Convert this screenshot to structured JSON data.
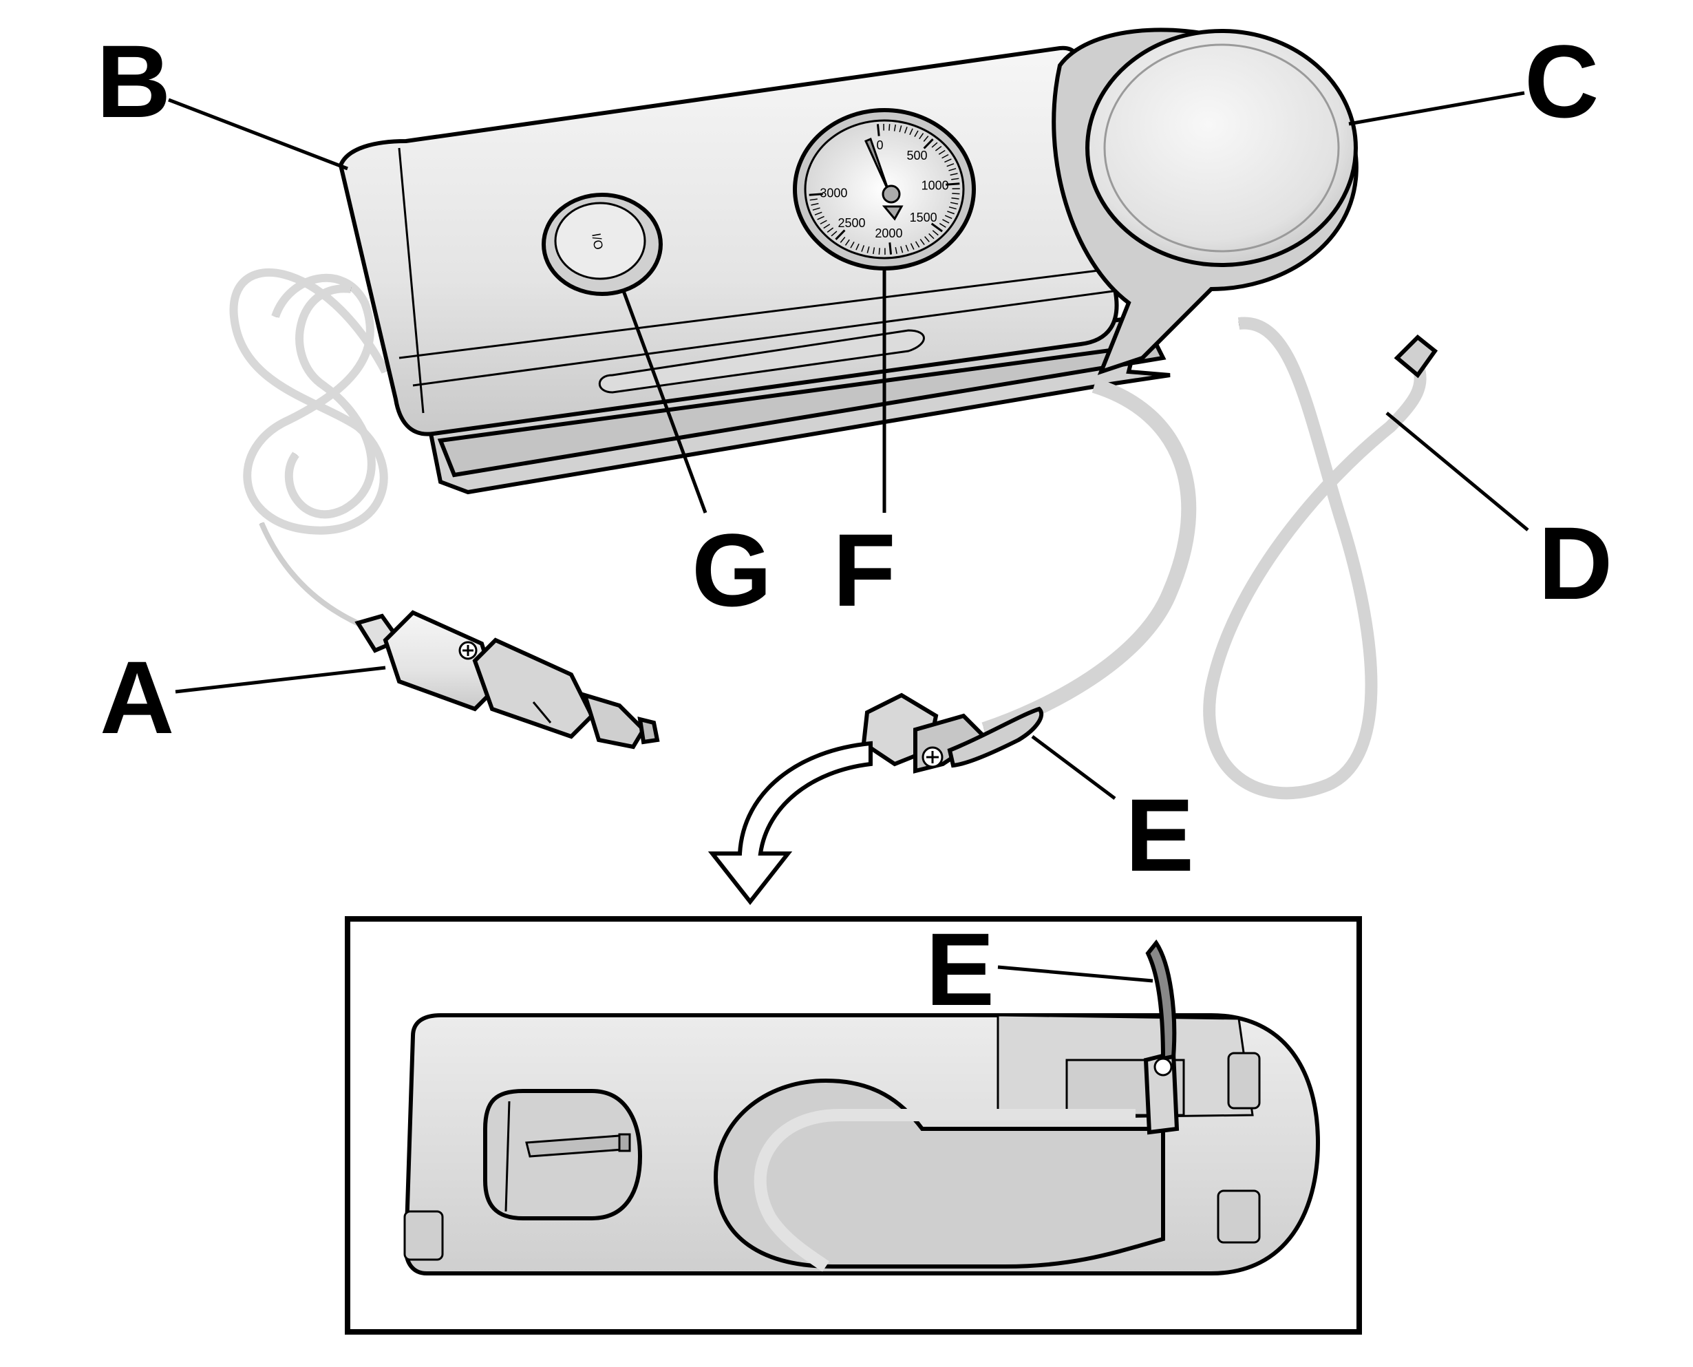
{
  "callouts": {
    "a": "A",
    "b": "B",
    "c": "C",
    "d": "D",
    "e": "E",
    "e_inset": "E",
    "f": "F",
    "g": "G"
  },
  "switch_label": "I/O",
  "gauge": {
    "ticks": [
      "0",
      "500",
      "1000",
      "1500",
      "2000",
      "2500",
      "3000"
    ]
  },
  "colors": {
    "outline": "#000000",
    "body_fill": "#e8e8e8",
    "shade": "#bdbdbd",
    "background": "#ffffff"
  }
}
